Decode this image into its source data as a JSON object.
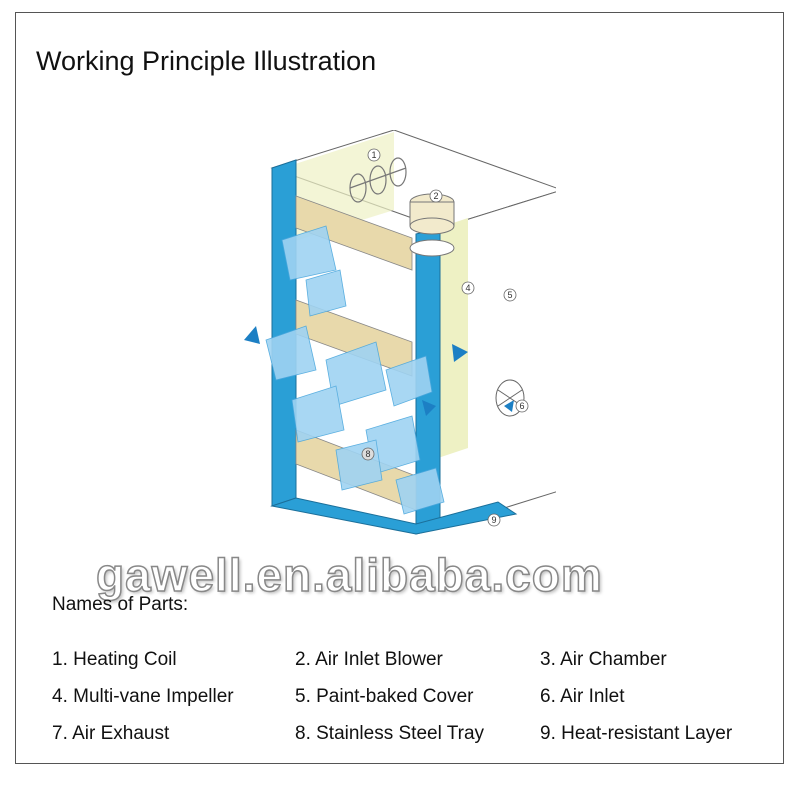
{
  "title": "Working Principle Illustration",
  "watermark": "gawell.en.alibaba.com",
  "parts_heading": "Names of Parts:",
  "parts": [
    "1. Heating Coil",
    "2. Air Inlet Blower",
    "3. Air Chamber",
    "4. Multi-vane Impeller",
    "5. Paint-baked Cover",
    "6. Air Inlet",
    "7. Air Exhaust",
    "8. Stainless Steel Tray",
    "9. Heat-resistant Layer"
  ],
  "callouts": [
    "1",
    "2",
    "4",
    "5",
    "6",
    "8",
    "9"
  ],
  "colors": {
    "panel_blue": "#2a9fd6",
    "panel_yellow": "#eef1c4",
    "tray_beige": "#e8d9ab",
    "outline": "#666666"
  }
}
